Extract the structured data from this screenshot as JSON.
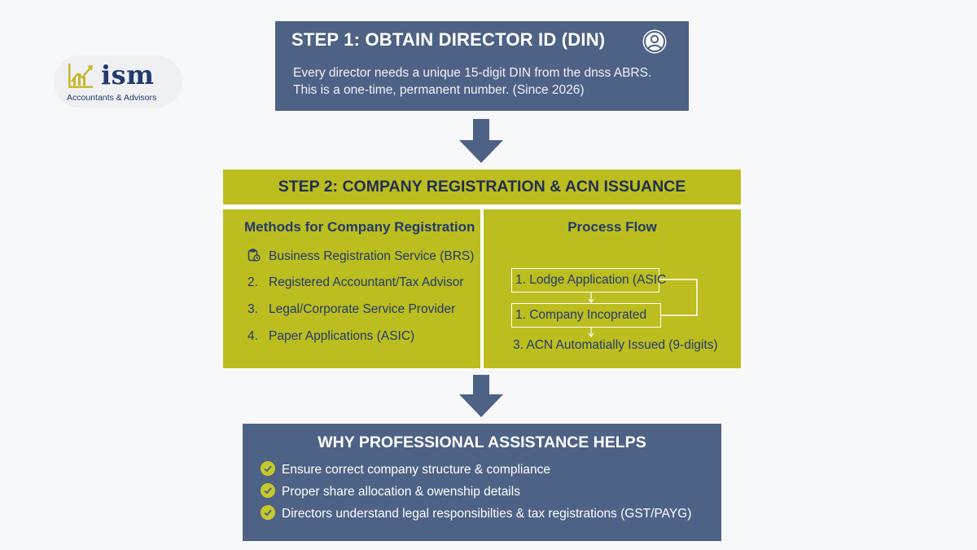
{
  "logo": {
    "name": "ism",
    "tagline": "Accountants & Advisors"
  },
  "step1": {
    "title": "STEP 1: OBTAIN DIRECTOR ID (DIN)",
    "text": "Every director needs a unique 15-digit DIN from the dnss ABRS. This is a one-time, permanent number. (Since 2026)"
  },
  "step2": {
    "title": "STEP 2: COMPANY REGISTRATION & ACN ISSUANCE",
    "methods": {
      "title": "Methods for Company Registration",
      "items": [
        {
          "num": "",
          "label": "Business Registration Service (BRS)"
        },
        {
          "num": "2.",
          "label": "Registered Accountant/Tax Advisor"
        },
        {
          "num": "3.",
          "label": "Legal/Corporate Service Provider"
        },
        {
          "num": "4.",
          "label": "Paper Applications (ASIC)"
        }
      ]
    },
    "process": {
      "title": "Process Flow",
      "steps": [
        "1. Lodge Application (ASIC",
        "1. Company Incoprated",
        "3. ACN Automatially Issued (9-digits)"
      ]
    }
  },
  "why": {
    "title": "WHY PROFESSIONAL ASSISTANCE HELPS",
    "items": [
      "Ensure correct company structure & compliance",
      "Proper share allocation & owenship details",
      "Directors understand legal responsibilties & tax registrations (GST/PAYG)"
    ]
  },
  "colors": {
    "navy_box": "#4d6285",
    "olive_box": "#bcbd1f",
    "brand_blue": "#223a6e",
    "check_green": "#c6c82a"
  }
}
